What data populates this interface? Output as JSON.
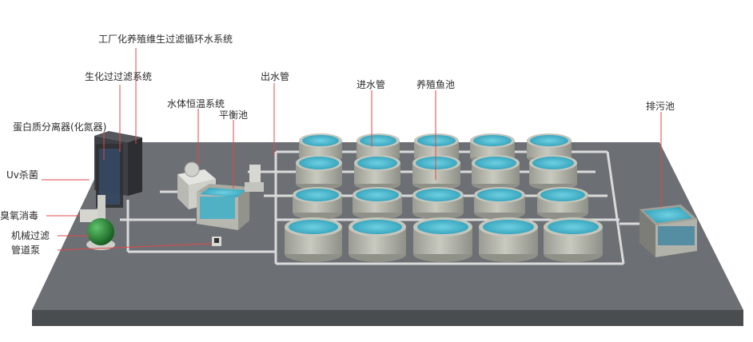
{
  "labels": {
    "factory_system": "工厂化养殖维生过滤循环水系统",
    "biofilter": "生化过过滤系统",
    "water_temp": "水体恒温系统",
    "balance_tank": "平衡池",
    "protein_skimmer": "蛋白质分离器(化氮器)",
    "uv": "Uv杀菌",
    "ozone": "臭氧消毒",
    "mech_filter": "机械过滤",
    "pump": "管道泵",
    "outlet_pipe": "出水管",
    "inlet_pipe": "进水管",
    "fish_tanks": "养殖鱼池",
    "sewage_tank": "排污池"
  },
  "colors": {
    "water": "#4ab8cf",
    "tank_body": "#b7b8ae",
    "platform_top": "#6c7074",
    "platform_side": "#4a4d50",
    "leader_line": "#e04848",
    "pipe": "#e8e8e8",
    "filter_green": "#2e8b3a"
  }
}
